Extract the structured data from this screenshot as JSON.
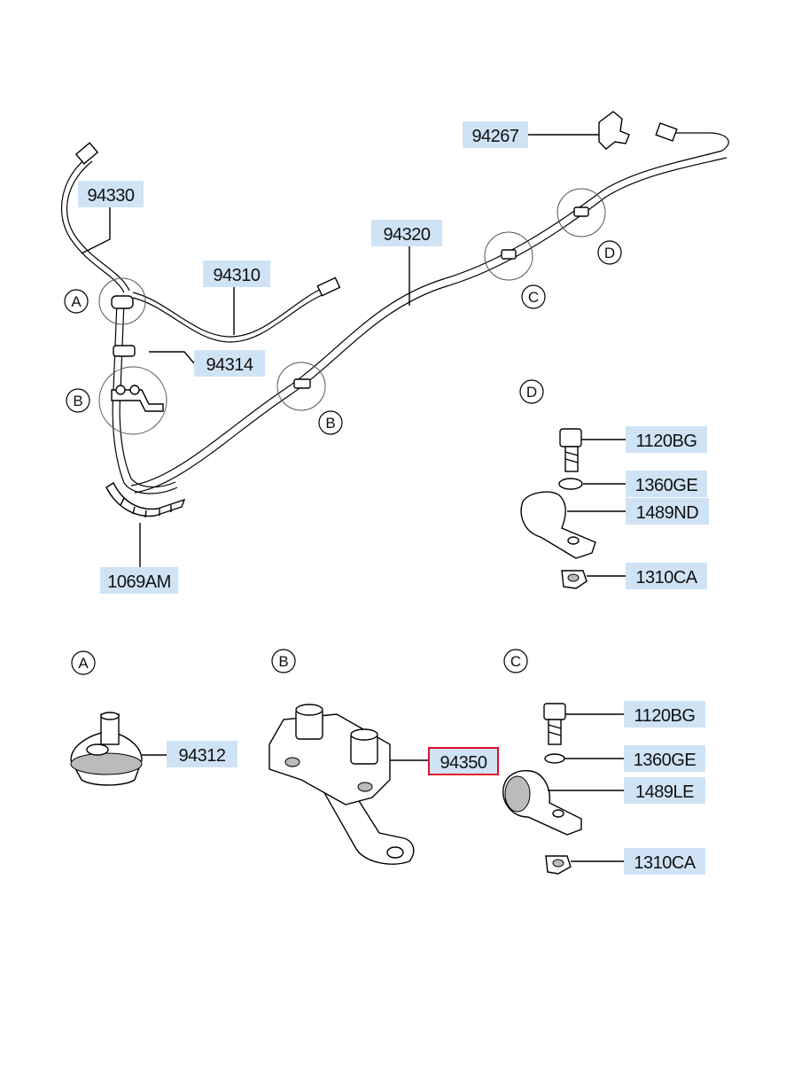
{
  "parts": {
    "p94330": "94330",
    "p94310": "94310",
    "p94320": "94320",
    "p94267": "94267",
    "p94314": "94314",
    "p1069AM": "1069AM",
    "p94312": "94312",
    "p94350": "94350",
    "d_1120BG": "1120BG",
    "d_1360GE": "1360GE",
    "d_1489ND": "1489ND",
    "d_1310CA": "1310CA",
    "c_1120BG": "1120BG",
    "c_1360GE": "1360GE",
    "c_1489LE": "1489LE",
    "c_1310CA": "1310CA"
  },
  "callouts": {
    "A": "A",
    "B": "B",
    "C": "C",
    "D": "D"
  },
  "highlighted_part": "94350",
  "colors": {
    "label_background": "#cfe3f5",
    "highlight_border": "#e0112b"
  }
}
